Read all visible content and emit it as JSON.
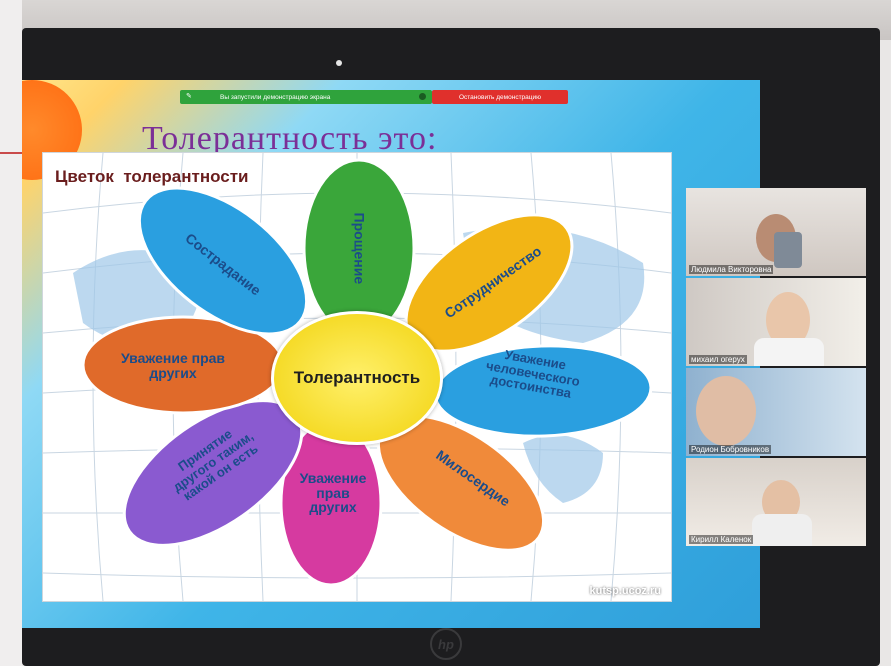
{
  "zoom": {
    "share_message": "Вы запустили демонстрацию экрана",
    "stop_button": "Остановить демонстрацию"
  },
  "slide": {
    "title": "Толерантность это:",
    "heading": "Цветок  толерантности",
    "center": "Толерантность",
    "watermark": "kutsp.ucoz.ru",
    "petals": [
      {
        "label": "Прощение",
        "color": "#3aa63a"
      },
      {
        "label": "Сотрудничество",
        "color": "#f2b515"
      },
      {
        "label": "Уважение\nчеловеческого\nдостоинства",
        "color": "#2a9fe0"
      },
      {
        "label": "Милосердие",
        "color": "#f08a3a"
      },
      {
        "label": "Уважение\nправ\nдругих",
        "color": "#d63aa0"
      },
      {
        "label": "Принятие\nдругого таким,\nкакой он есть",
        "color": "#8a5ad0"
      },
      {
        "label": "Уважение прав\nдругих",
        "color": "#e06a2a"
      },
      {
        "label": "Сострадание",
        "color": "#2a9fe0"
      }
    ]
  },
  "participants": [
    {
      "name": "Людмила Викторовна"
    },
    {
      "name": "михаил огерух"
    },
    {
      "name": "Родион Бобровников"
    },
    {
      "name": "Кирилл Каленок"
    }
  ],
  "device": {
    "logo": "hp"
  }
}
